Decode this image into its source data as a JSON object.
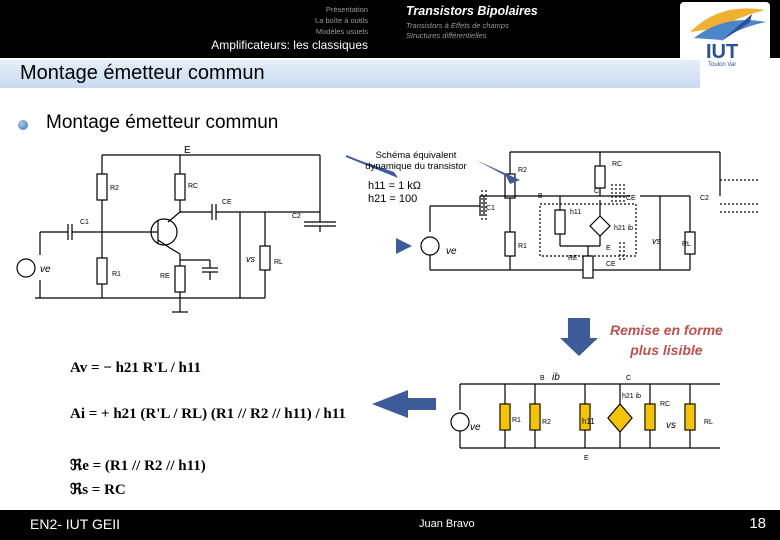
{
  "header": {
    "nav_left": [
      "Présentation",
      "La boîte à outils",
      "Modèles usuels"
    ],
    "section": "Amplificateurs: les classiques",
    "active": "Transistors Bipolaires",
    "nav_right": [
      "Transistors à Effets de champs",
      "Structures différentielles"
    ],
    "logo_text": "IUT",
    "logo_sub": "Toulon Var"
  },
  "title": "Montage émetteur commun",
  "subtitle": "Montage émetteur commun",
  "circuit1": {
    "labels": [
      "E",
      "R2",
      "RC",
      "CE",
      "C1",
      "C2",
      "ve",
      "R1",
      "RE",
      "vs",
      "RL"
    ]
  },
  "circuit2": {
    "title": "Schéma équivalent dynamique du transistor",
    "h11": "h11 = 1 kΩ",
    "h21": "h21 = 100",
    "labels": [
      "R2",
      "RC",
      "C1",
      "B",
      "C",
      "CE",
      "C2",
      "h11",
      "h21 ib",
      "R1",
      "E",
      "ve",
      "vs",
      "RL",
      "RE",
      "CE"
    ]
  },
  "remise": [
    "Remise en forme",
    "plus lisible"
  ],
  "circuit3": {
    "labels": [
      "B",
      "ib",
      "C",
      "h21 ib",
      "RC",
      "R1",
      "R2",
      "h11",
      "ve",
      "vs",
      "RL",
      "E"
    ]
  },
  "formulas": [
    "Av = − h21 R'L / h11",
    "Ai = + h21 (R'L / RL) (R1 // R2 // h11) / h11",
    "ℜe = (R1 // R2 // h11)",
    "ℜs = RC"
  ],
  "footer": {
    "left": "EN2- IUT GEII",
    "author": "Juan Bravo",
    "page": "18"
  },
  "colors": {
    "remise": "#c0504d",
    "arrow": "#3d5a99",
    "titlebar": "#dbe6f5"
  }
}
